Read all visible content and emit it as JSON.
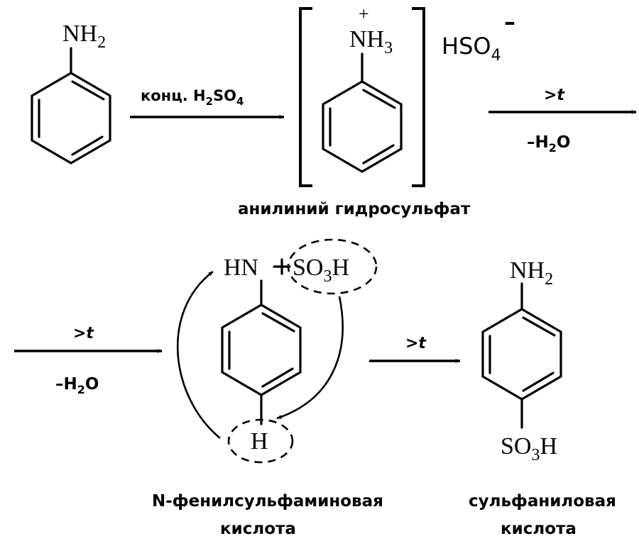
{
  "aniline": {
    "group": "NH",
    "group_sub": "2"
  },
  "step1": {
    "reagent_prefix": "конц. H",
    "reagent_sub1": "2",
    "reagent_mid": "SO",
    "reagent_sub2": "4"
  },
  "anilinium": {
    "charge": "+",
    "group": "NH",
    "group_sub": "3",
    "counter_ion": "HSO",
    "counter_sub": "4",
    "counter_charge": "–",
    "label": "анилиний гидросульфат"
  },
  "step2": {
    "condition_top": ">t",
    "condition_bottom_h": "–H",
    "condition_sub": "2",
    "condition_o": "O"
  },
  "step3": {
    "condition_top": ">t",
    "condition_bottom_h": "–H",
    "condition_sub": "2",
    "condition_o": "O"
  },
  "phenylsulfamic": {
    "group_hn": "HN",
    "group_so": "SO",
    "group_sub": "3",
    "group_h": "H",
    "para_h": "H",
    "label_line1": "N-фенилсульфаминовая",
    "label_line2": "кислота"
  },
  "step4": {
    "condition_top": ">t"
  },
  "sulfanilic": {
    "top_group": "NH",
    "top_sub": "2",
    "bottom_group": "SO",
    "bottom_sub": "3",
    "bottom_h": "H",
    "label_line1": "сульфаниловая",
    "label_line2": "кислота"
  }
}
